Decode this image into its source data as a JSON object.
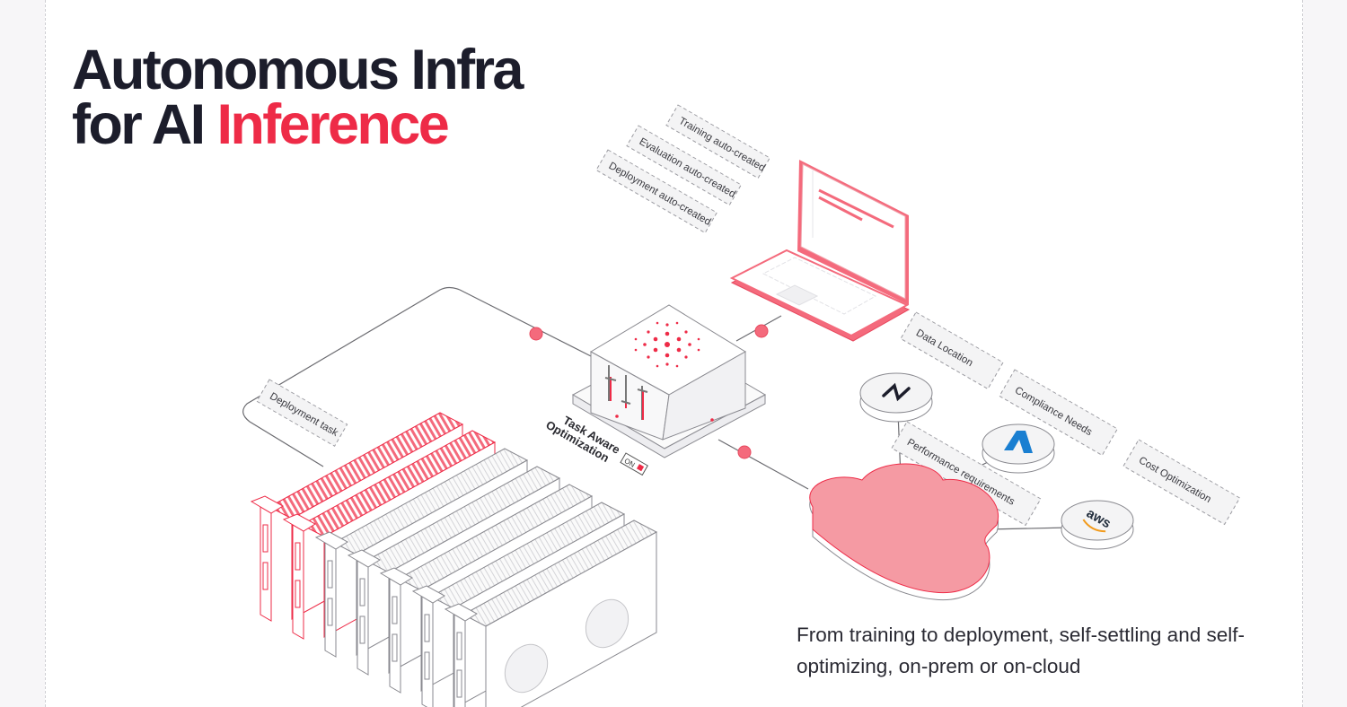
{
  "hero": {
    "title_line1": "Autonomous Infra",
    "title_line2_prefix": "for AI ",
    "title_line2_accent": "Inference"
  },
  "tagline": "From training to deployment, self-settling and self-optimizing, on-prem or on-cloud",
  "diagram": {
    "auto_tags": [
      "Training auto-created",
      "Evaluation auto-created",
      "Deployment auto-created"
    ],
    "deployment_task_label": "Deployment task",
    "optimizer": {
      "label_line1": "Task Aware",
      "label_line2": "Optimization",
      "toggle_label": "ON",
      "toggle_state": "on"
    },
    "requirement_tags": [
      "Data Location",
      "Compliance Needs",
      "Cost Optimization",
      "Performance requirements"
    ],
    "cloud_providers": [
      {
        "name": "neocloud",
        "icon": "nebius-icon",
        "glyph": "⁀"
      },
      {
        "name": "Azure",
        "icon": "azure-icon",
        "glyph": "A"
      },
      {
        "name": "AWS",
        "icon": "aws-icon",
        "glyph": "aws"
      }
    ],
    "gpu_cards": {
      "total": 7,
      "highlighted": 2
    }
  },
  "colors": {
    "accent": "#ee2b47",
    "accent_fill": "#f59aa3",
    "text_dark": "#1c1d2b",
    "line": "#6b6b70",
    "azure": "#1a7fd1",
    "aws_orange": "#f29b1d"
  }
}
